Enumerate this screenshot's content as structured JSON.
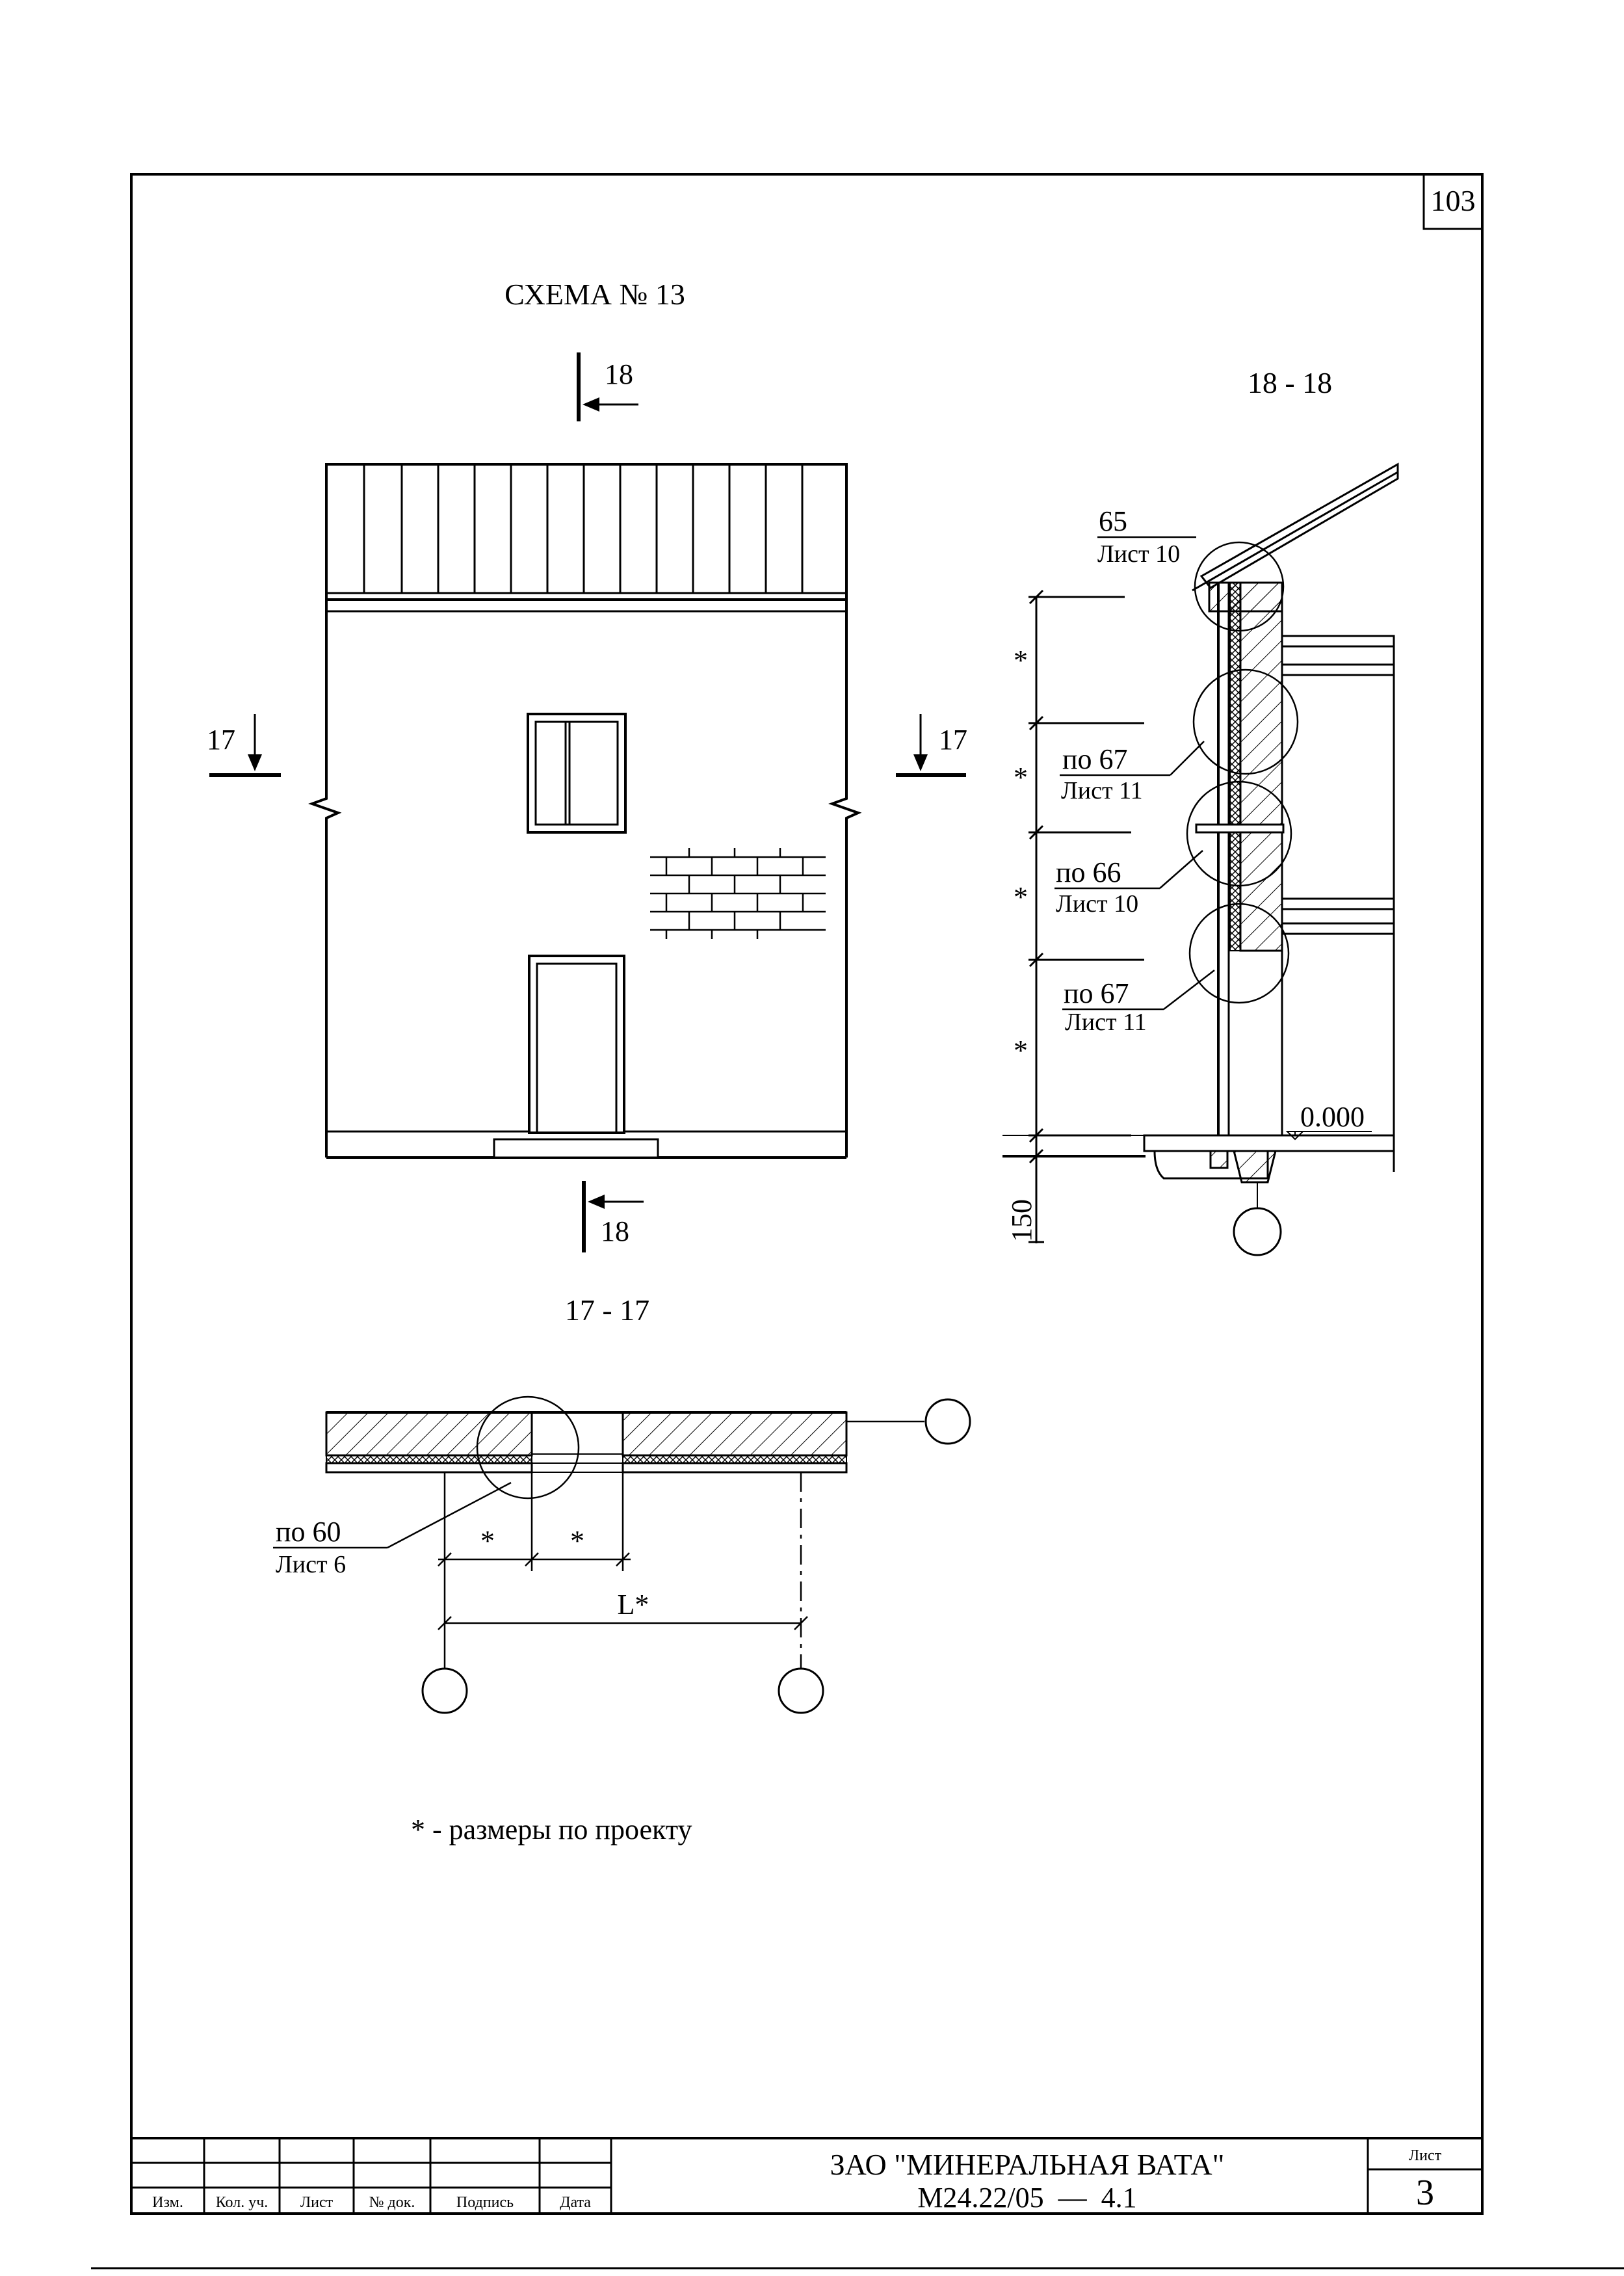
{
  "page": {
    "page_number": "103",
    "scheme_title": "СХЕМА № 13",
    "note": "* - размеры по проекту"
  },
  "facade": {
    "section_18_top": "18",
    "section_18_bottom": "18",
    "section_17_left": "17",
    "section_17_right": "17"
  },
  "section_18_18": {
    "title": "18 - 18",
    "callouts": [
      {
        "number": "65",
        "sheet": "Лист 10"
      },
      {
        "number": "по 67",
        "sheet": "Лист 11"
      },
      {
        "number": "по 66",
        "sheet": "Лист 10"
      },
      {
        "number": "по 67",
        "sheet": "Лист 11"
      }
    ],
    "level_mark": "0.000",
    "dim_150": "150",
    "dim_star": "*"
  },
  "section_17_17": {
    "title": "17 - 17",
    "callout_number": "по 60",
    "callout_sheet": "Лист 6",
    "dim_star": "*",
    "dim_L": "L*"
  },
  "title_block": {
    "col_izm": "Изм.",
    "col_kol": "Кол. уч.",
    "col_list": "Лист",
    "col_doc": "№ док.",
    "col_sign": "Подпись",
    "col_date": "Дата",
    "organization": "ЗАО \"МИНЕРАЛЬНАЯ ВАТА\"",
    "code": "М24.22/05  —  4.1",
    "sheet_label": "Лист",
    "sheet_number": "3"
  }
}
